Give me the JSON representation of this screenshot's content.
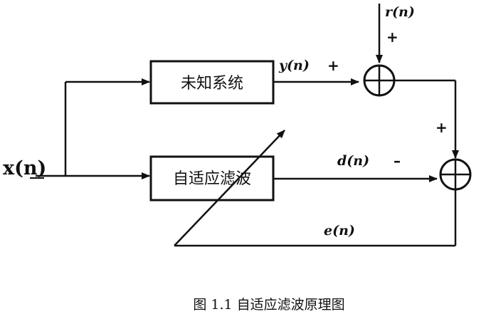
{
  "blocks": {
    "unknown_system": "未知系统",
    "adaptive_filter": "自适应滤波"
  },
  "signals": {
    "input": "x(n)",
    "system_output": "y(n)",
    "noise": "r(n)",
    "filter_output": "d(n)",
    "error": "e(n)"
  },
  "signs": {
    "y_plus": "+",
    "r_plus": "+",
    "sum1_plus": "+",
    "d_minus": "–"
  },
  "caption": "图 1.1 自适应滤波原理图"
}
